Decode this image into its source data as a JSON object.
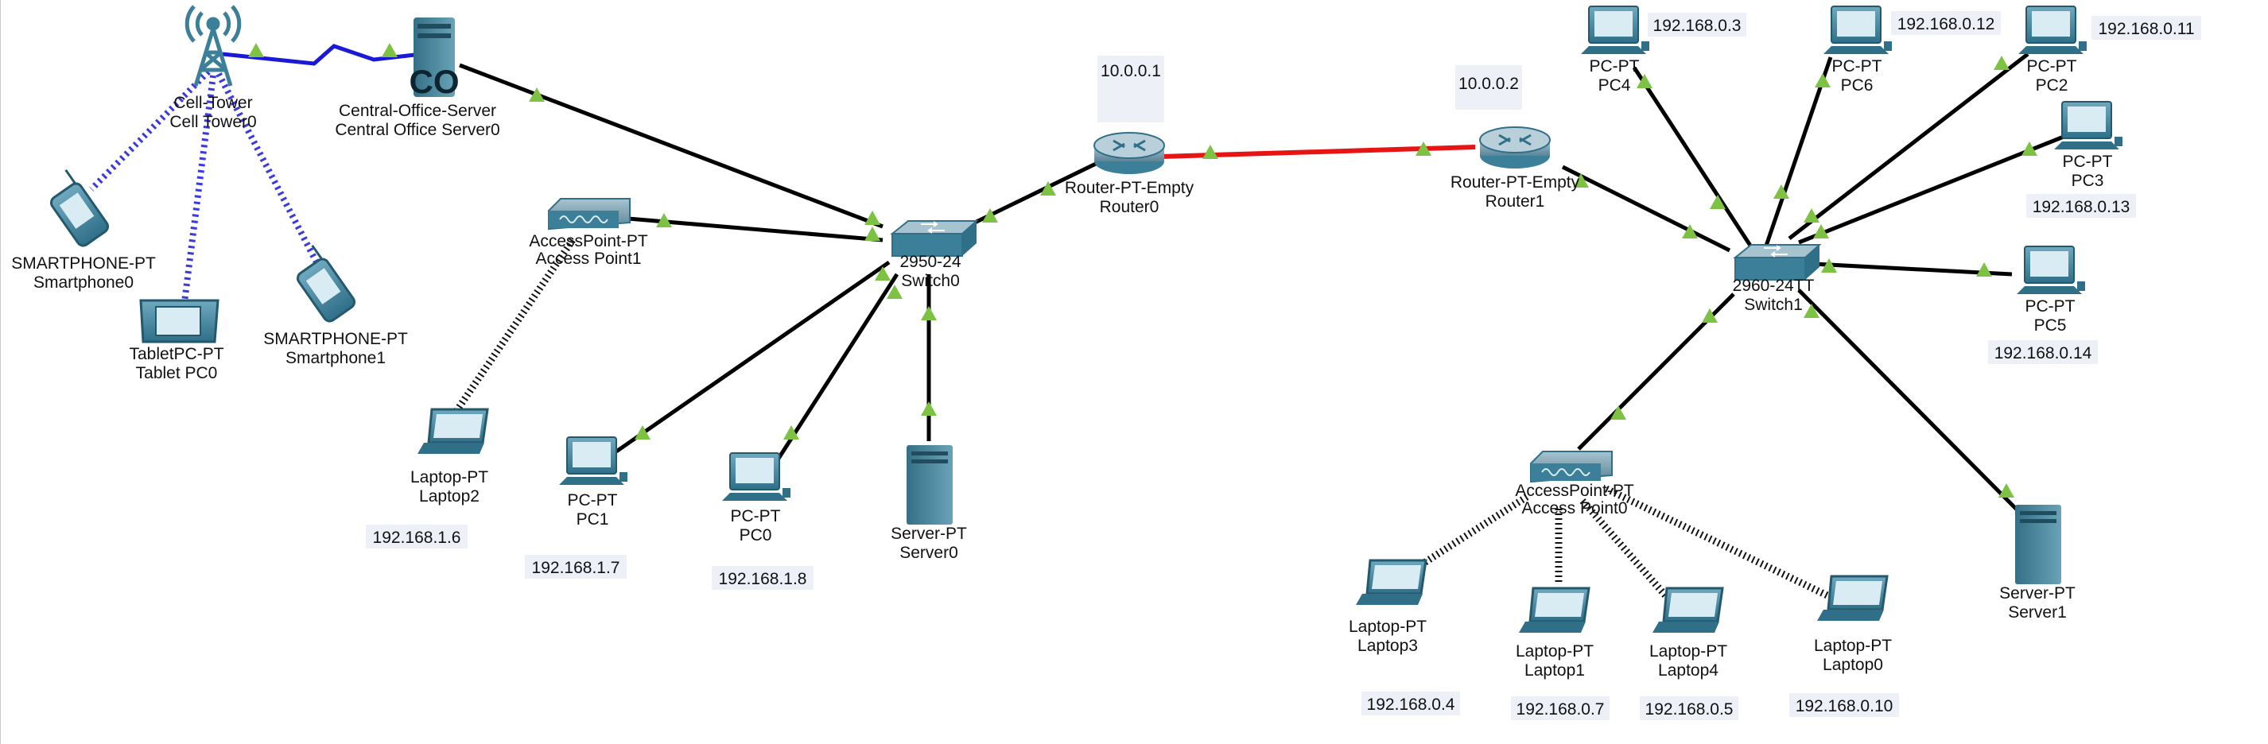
{
  "devices": {
    "cell_tower": {
      "type": "Cell-Tower",
      "name": "Cell Tower0"
    },
    "co_server": {
      "type": "Central-Office-Server",
      "name": "Central Office Server0",
      "icon_text": "CO"
    },
    "smartphone0": {
      "type": "SMARTPHONE-PT",
      "name": "Smartphone0"
    },
    "tablet0": {
      "type": "TabletPC-PT",
      "name": "Tablet PC0"
    },
    "smartphone1": {
      "type": "SMARTPHONE-PT",
      "name": "Smartphone1"
    },
    "ap1": {
      "type": "AccessPoint-PT",
      "name": "Access Point1"
    },
    "switch0": {
      "type": "2950-24",
      "name": "Switch0"
    },
    "router0": {
      "type": "Router-PT-Empty",
      "name": "Router0"
    },
    "router1": {
      "type": "Router-PT-Empty",
      "name": "Router1"
    },
    "switch1": {
      "type": "2960-24TT",
      "name": "Switch1"
    },
    "laptop2": {
      "type": "Laptop-PT",
      "name": "Laptop2"
    },
    "pc1": {
      "type": "PC-PT",
      "name": "PC1"
    },
    "pc0": {
      "type": "PC-PT",
      "name": "PC0"
    },
    "server0": {
      "type": "Server-PT",
      "name": "Server0"
    },
    "pc4": {
      "type": "PC-PT",
      "name": "PC4"
    },
    "pc6": {
      "type": "PC-PT",
      "name": "PC6"
    },
    "pc2": {
      "type": "PC-PT",
      "name": "PC2"
    },
    "pc3": {
      "type": "PC-PT",
      "name": "PC3"
    },
    "pc5": {
      "type": "PC-PT",
      "name": "PC5"
    },
    "ap0": {
      "type": "AccessPoint-PT",
      "name": "Access Point0"
    },
    "server1": {
      "type": "Server-PT",
      "name": "Server1"
    },
    "laptop3": {
      "type": "Laptop-PT",
      "name": "Laptop3"
    },
    "laptop1": {
      "type": "Laptop-PT",
      "name": "Laptop1"
    },
    "laptop4": {
      "type": "Laptop-PT",
      "name": "Laptop4"
    },
    "laptop0": {
      "type": "Laptop-PT",
      "name": "Laptop0"
    }
  },
  "ip_labels": {
    "router0": "10.0.0.1",
    "router1": "10.0.0.2",
    "laptop2": "192.168.1.6",
    "pc1": "192.168.1.7",
    "pc0": "192.168.1.8",
    "pc4": "192.168.0.3",
    "pc6": "192.168.0.12",
    "pc2": "192.168.0.11",
    "pc3": "192.168.0.13",
    "pc5": "192.168.0.14",
    "laptop3": "192.168.0.4",
    "laptop1": "192.168.0.7",
    "laptop4": "192.168.0.5",
    "laptop0": "192.168.0.10"
  },
  "colors": {
    "ethernet": "#000000",
    "serial": "#e81414",
    "coax": "#1a1ad6",
    "wireless_cell": "#3a3ae0",
    "link_up": "#7dc242",
    "device": "#3c7f99",
    "ip_bg": "#eef0f8"
  }
}
